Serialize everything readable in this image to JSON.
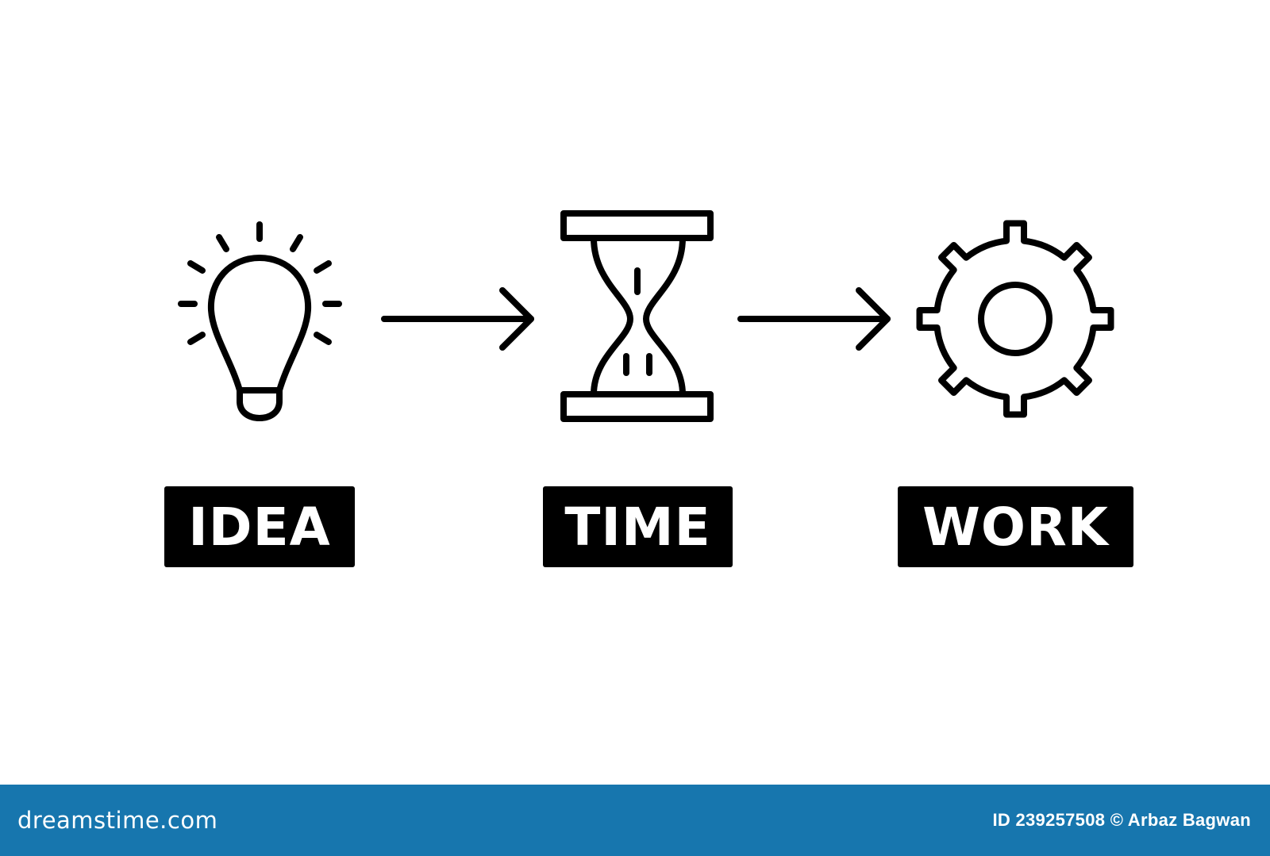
{
  "colors": {
    "background": "#ffffff",
    "icon_stroke": "#000000",
    "label_background": "#000000",
    "label_text": "#ffffff",
    "footer_background": "#1776ae",
    "footer_text": "#ffffff"
  },
  "steps": [
    {
      "label": "IDEA",
      "icon": "lightbulb-icon"
    },
    {
      "label": "TIME",
      "icon": "hourglass-icon"
    },
    {
      "label": "WORK",
      "icon": "gear-icon"
    }
  ],
  "connectors": [
    {
      "icon": "arrow-right-icon"
    },
    {
      "icon": "arrow-right-icon"
    }
  ],
  "footer": {
    "brand": "dreamstime.com",
    "credit": "ID 239257508 © Arbaz Bagwan"
  }
}
